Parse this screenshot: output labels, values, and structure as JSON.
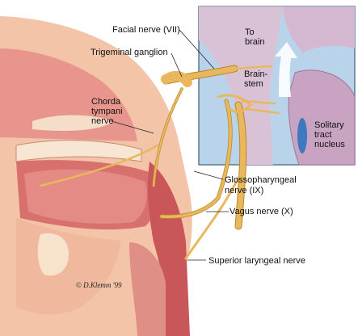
{
  "labels": {
    "facial_nerve": "Facial nerve (VII)",
    "trigeminal_ganglion": "Trigeminal ganglion",
    "chorda_tympani_l1": "Chorda",
    "chorda_tympani_l2": "tympani",
    "chorda_tympani_l3": "nerve",
    "glossopharyngeal_l1": "Glossopharyngeal",
    "glossopharyngeal_l2": "nerve (IX)",
    "vagus": "Vagus nerve (X)",
    "superior_laryngeal": "Superior laryngeal nerve"
  },
  "inset": {
    "to_brain_l1": "To",
    "to_brain_l2": "brain",
    "brainstem_l1": "Brain-",
    "brainstem_l2": "stem",
    "solitary_l1": "Solitary",
    "solitary_l2": "tract",
    "solitary_l3": "nucleus"
  },
  "credit": "© D.Klemm '99",
  "colors": {
    "skin": "#f3c4a8",
    "tissue": "#e07f78",
    "tissue_dark": "#c9575a",
    "nerve": "#e9b85c",
    "nerve_edge": "#b8862d",
    "inset_bg": "#b9d4ea",
    "brain": "#d9c2d6",
    "cerebellum": "#c9a4c2",
    "nucleus": "#3e78bf"
  }
}
